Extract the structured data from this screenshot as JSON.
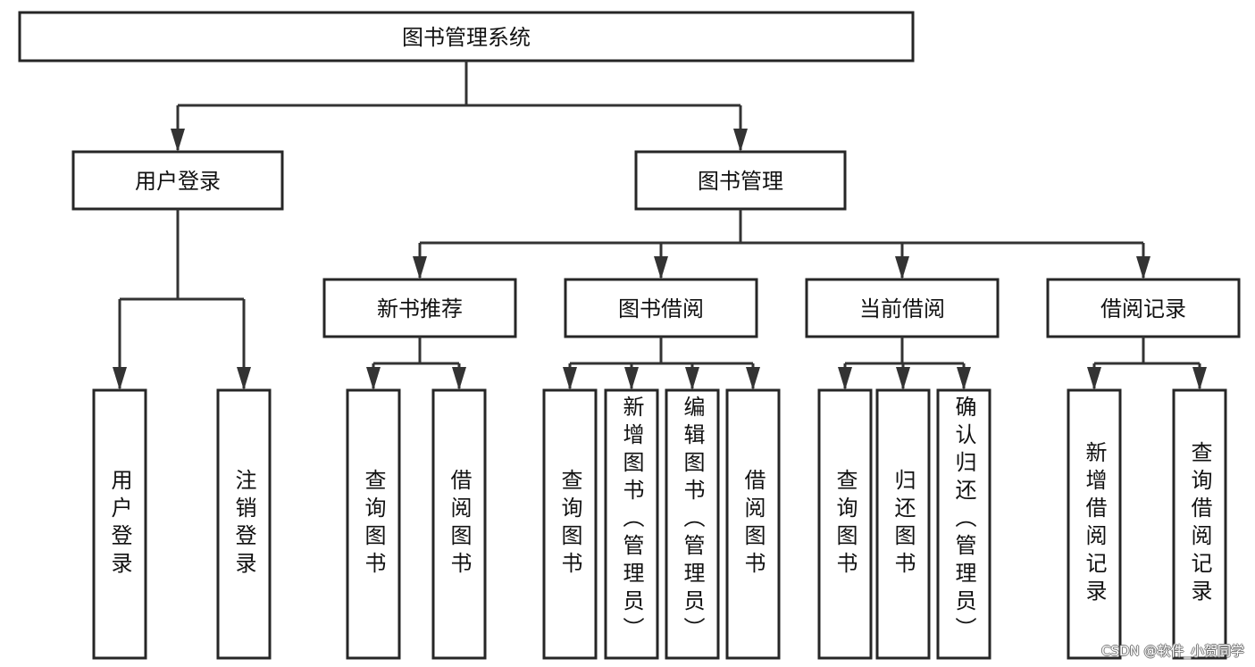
{
  "root": {
    "label": "图书管理系统"
  },
  "branches": [
    {
      "label": "用户登录",
      "groups": [
        {
          "label": null,
          "leaves": [
            "用户登录",
            "注销登录"
          ]
        }
      ]
    },
    {
      "label": "图书管理",
      "groups": [
        {
          "label": "新书推荐",
          "leaves": [
            "查询图书",
            "借阅图书"
          ]
        },
        {
          "label": "图书借阅",
          "leaves": [
            "查询图书",
            "新增图书（管理员）",
            "编辑图书（管理员）",
            "借阅图书"
          ]
        },
        {
          "label": "当前借阅",
          "leaves": [
            "查询图书",
            "归还图书",
            "确认归还（管理员）"
          ]
        },
        {
          "label": "借阅记录",
          "leaves": [
            "新增借阅记录",
            "查询借阅记录"
          ]
        }
      ]
    }
  ],
  "watermark": "CSDN @软件_小贺同学",
  "colors": {
    "stroke": "#262626",
    "text": "#111111"
  }
}
